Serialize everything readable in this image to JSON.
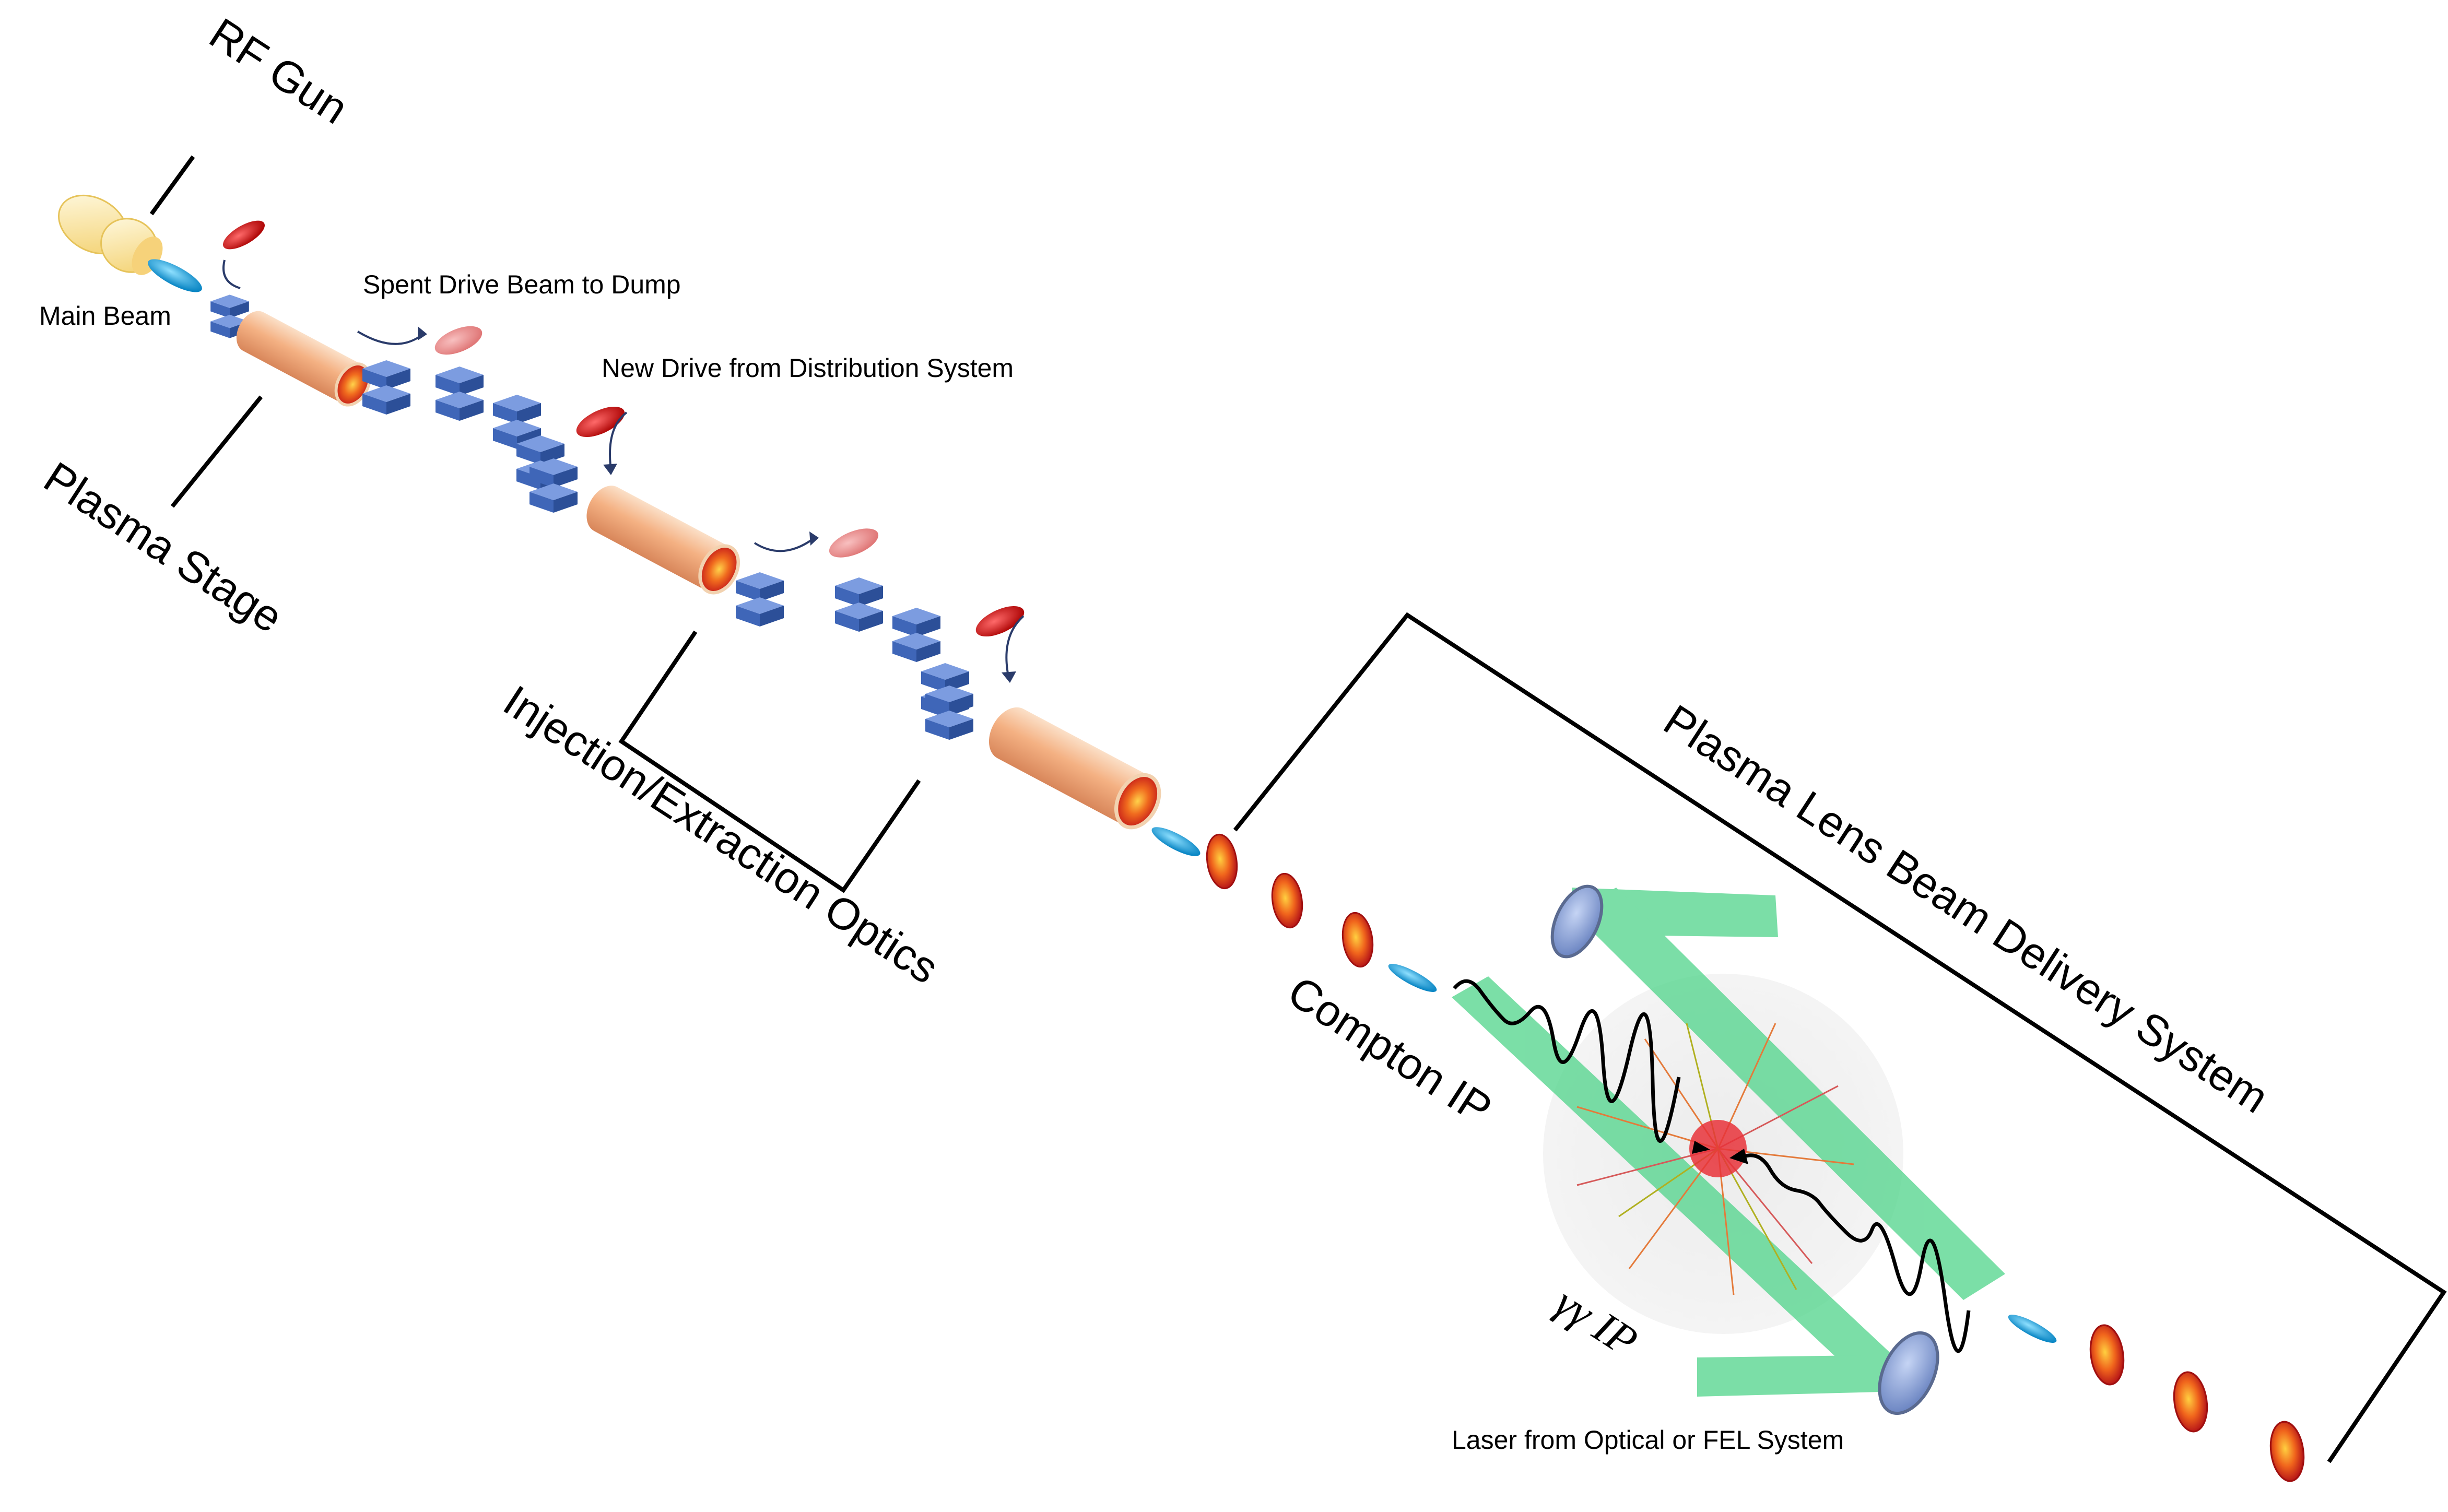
{
  "labels": {
    "rf_gun": "RF Gun",
    "main_beam": "Main Beam",
    "plasma_stage": "Plasma Stage",
    "spent_drive_beam": "Spent Drive Beam to Dump",
    "new_drive": "New Drive from Distribution System",
    "injection_extraction_optics": "Injection/Extraction Optics",
    "plasma_lens_bds": "Plasma Lens Beam Delivery System",
    "compton_ip": "Compton IP",
    "gamma_gamma_ip": "γγ IP",
    "laser_source": "Laser from Optical or FEL System"
  },
  "colors": {
    "quadrupole_blue": "#3f66b8",
    "plasma_cell_peach": "#f4b183",
    "plasma_core_red": "#e0451c",
    "drive_bunch_red": "#d62020",
    "spent_bunch_pink": "#e88a8a",
    "electron_bunch_cyan": "#1ea6dc",
    "laser_green": "#4fd48a",
    "mirror_blue": "#8aa4dc"
  }
}
